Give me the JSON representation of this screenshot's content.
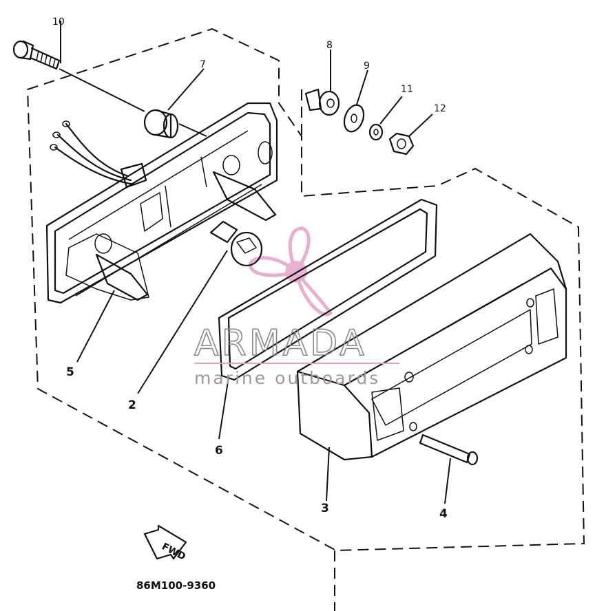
{
  "callouts": {
    "c1": "10",
    "c2": "7",
    "c3": "8",
    "c4": "9",
    "c5": "11",
    "c6": "12",
    "c7": "5",
    "c8": "2",
    "c9": "6",
    "c10": "3",
    "c11": "4"
  },
  "fwd_label": "FWD",
  "diagram_code": "86M100-9360",
  "watermark": {
    "brand": "ARMADA",
    "tagline": "marine outboards",
    "accent_color": "#e6a1c8",
    "logo_color": "#e9a6cc"
  }
}
